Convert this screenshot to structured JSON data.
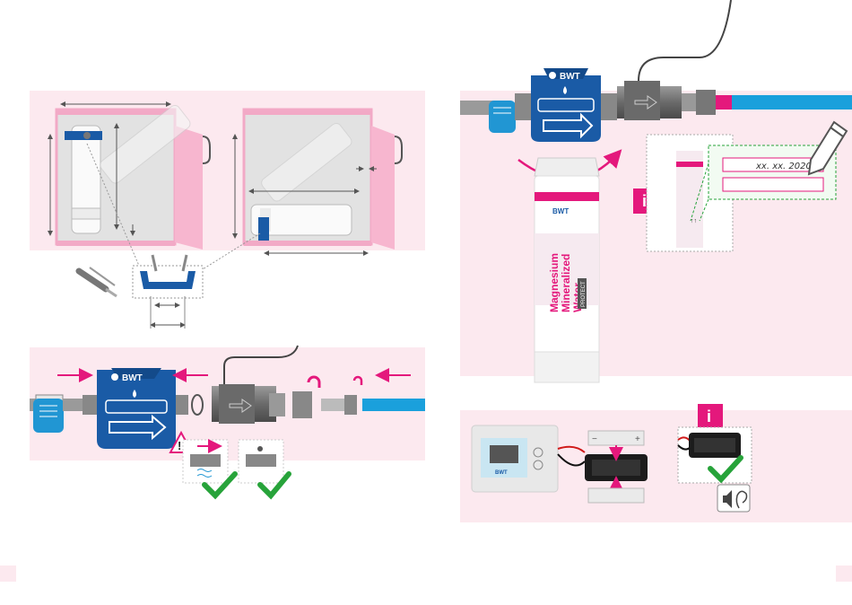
{
  "brand": {
    "logo": "BWT",
    "product_line1": "Magnesium",
    "product_line2": "Mineralized",
    "product_line3": "Water",
    "product_badge": "PROTECT"
  },
  "info_badges": [
    "i",
    "i"
  ],
  "label_date": "xx. xx. 2020",
  "battery_polarity": {
    "minus": "−",
    "plus": "+"
  },
  "colors": {
    "pink_bg": "#fce9ef",
    "pink_accent": "#e4187c",
    "blue": "#1a5ba6",
    "light_blue": "#2196d3",
    "green": "#27a33a",
    "grey": "#8a8a8a",
    "dark_grey": "#555555"
  },
  "icons": [
    "warning-icon",
    "checkmark-icon",
    "speaker-icon",
    "ear-icon",
    "screwdriver-icon",
    "pen-icon",
    "flow-arrow-icon"
  ]
}
